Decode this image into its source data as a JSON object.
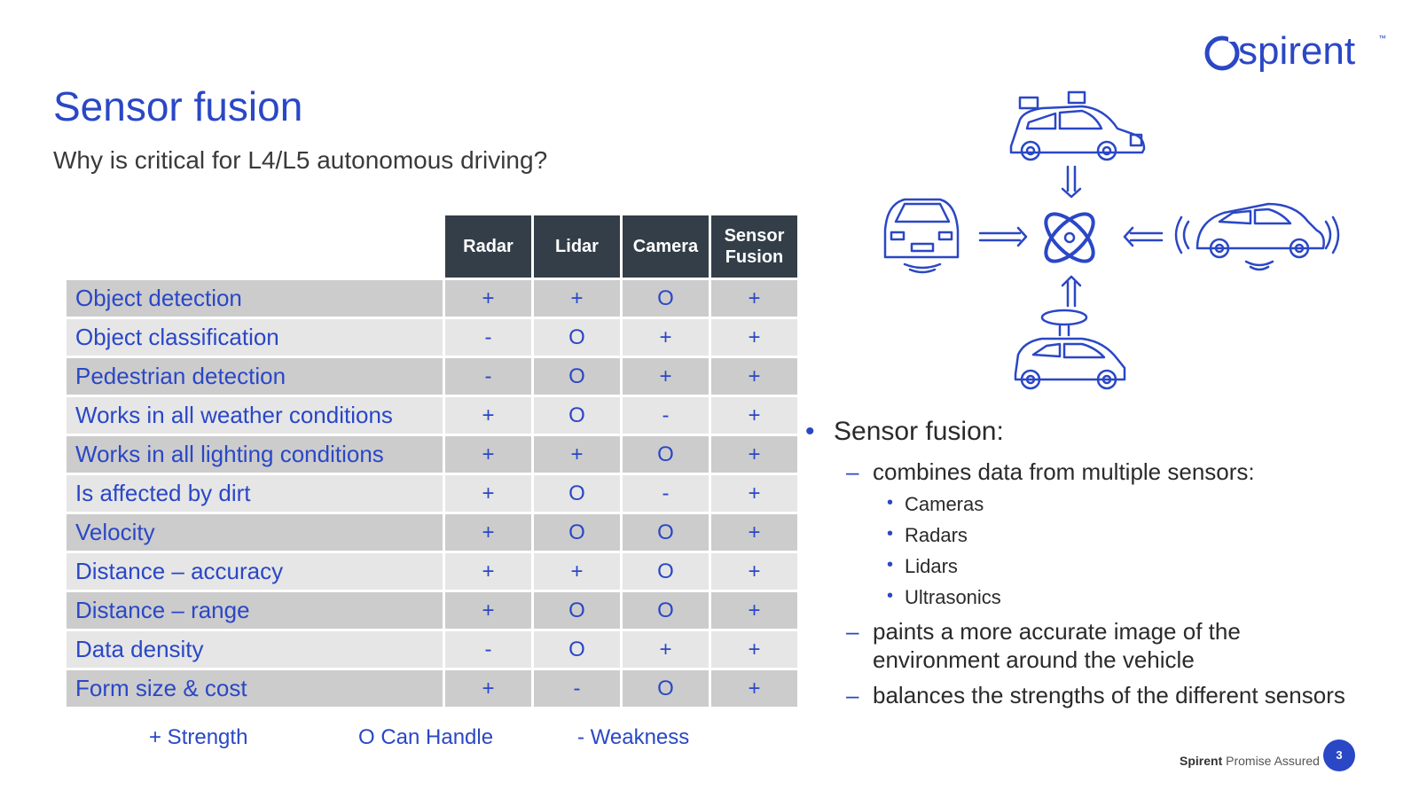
{
  "brand": {
    "name": "spirent",
    "trademark": "™",
    "color": "#2a47c6"
  },
  "title": "Sensor fusion",
  "subtitle": "Why is critical for L4/L5 autonomous driving?",
  "table": {
    "headers": [
      {
        "line1": "Radar",
        "line2": ""
      },
      {
        "line1": "Lidar",
        "line2": ""
      },
      {
        "line1": "Camera",
        "line2": ""
      },
      {
        "line1": "Sensor",
        "line2": "Fusion"
      }
    ],
    "rows": [
      {
        "feature": "Object detection",
        "values": [
          "+",
          "+",
          "O",
          "+"
        ]
      },
      {
        "feature": "Object classification",
        "values": [
          "-",
          "O",
          "+",
          "+"
        ]
      },
      {
        "feature": "Pedestrian detection",
        "values": [
          "-",
          "O",
          "+",
          "+"
        ]
      },
      {
        "feature": "Works in all weather conditions",
        "values": [
          "+",
          "O",
          "-",
          "+"
        ]
      },
      {
        "feature": "Works in all lighting conditions",
        "values": [
          "+",
          "+",
          "O",
          "+"
        ]
      },
      {
        "feature": "Is affected by dirt",
        "values": [
          "+",
          "O",
          "-",
          "+"
        ]
      },
      {
        "feature": "Velocity",
        "values": [
          "+",
          "O",
          "O",
          "+"
        ]
      },
      {
        "feature": "Distance – accuracy",
        "values": [
          "+",
          "+",
          "O",
          "+"
        ]
      },
      {
        "feature": "Distance – range",
        "values": [
          "+",
          "O",
          "O",
          "+"
        ]
      },
      {
        "feature": "Data density",
        "values": [
          "-",
          "O",
          "+",
          "+"
        ]
      },
      {
        "feature": "Form size & cost",
        "values": [
          "+",
          "-",
          "O",
          "+"
        ]
      }
    ]
  },
  "legend": {
    "strength": "+  Strength",
    "can_handle": "O  Can Handle",
    "weakness": "-  Weakness"
  },
  "bullets": {
    "main": "Sensor fusion:",
    "sub1": "combines data from multiple sensors:",
    "sensors": [
      "Cameras",
      "Radars",
      "Lidars",
      "Ultrasonics"
    ],
    "sub2": "paints a more accurate image of the environment around the vehicle",
    "sub3": "balances the strengths of the different sensors"
  },
  "footer": {
    "company": "Spirent",
    "tagline": "Promise Assured",
    "page": "3"
  },
  "diagram": {
    "icons": [
      "car-with-cameras-icon",
      "car-front-icon",
      "car-radar-icon",
      "car-lidar-icon",
      "fusion-icon"
    ]
  }
}
